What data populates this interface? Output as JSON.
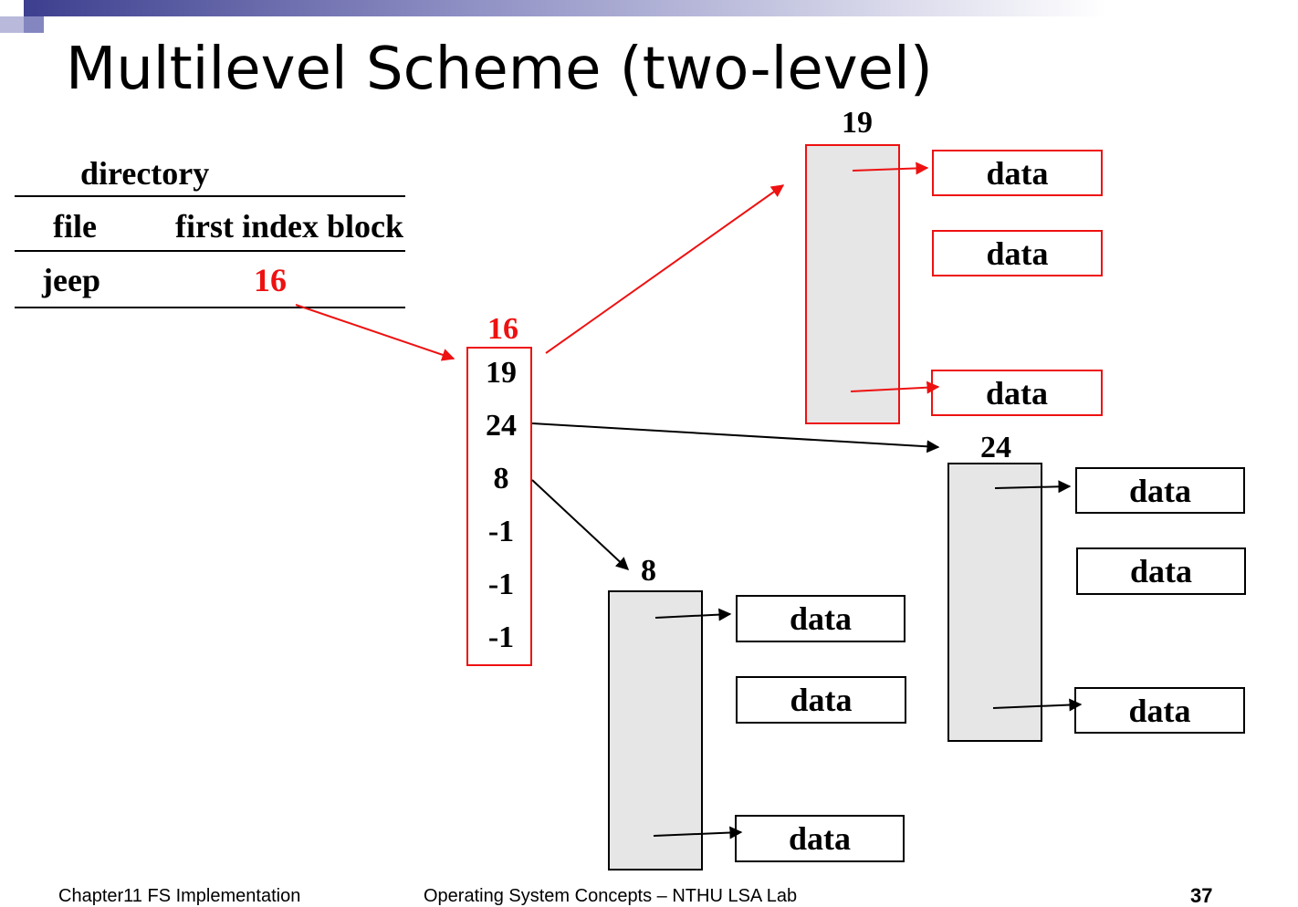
{
  "title": "Multilevel Scheme (two-level)",
  "directory": {
    "caption": "directory",
    "headers": [
      "file",
      "first index block"
    ],
    "rows": [
      {
        "file": "jeep",
        "first_index_block": "16"
      }
    ]
  },
  "index_block": {
    "label": "16",
    "entries": [
      "19",
      "24",
      "8",
      "-1",
      "-1",
      "-1"
    ]
  },
  "second_level_blocks": [
    {
      "label": "19",
      "data": [
        "data",
        "data",
        "data"
      ]
    },
    {
      "label": "24",
      "data": [
        "data",
        "data",
        "data"
      ]
    },
    {
      "label": "8",
      "data": [
        "data",
        "data",
        "data"
      ]
    }
  ],
  "footer": {
    "left": "Chapter11 FS Implementation",
    "center": "Operating System Concepts – NTHU LSA Lab",
    "page": "37"
  },
  "colors": {
    "highlight": "#ee1111",
    "block_fill": "#e6e6e6",
    "accent_bar": "#5b5ea6"
  }
}
